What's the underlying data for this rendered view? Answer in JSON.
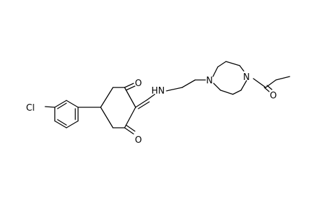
{
  "molecule": {
    "atoms": {
      "cl": "Cl",
      "o_top": "O",
      "o_bottom": "O",
      "nh": "HN",
      "n_piperazine_1": "N",
      "n_piperazine_4": "N",
      "o_amide": "O"
    },
    "colors": {
      "bond": "#000000",
      "label": "#000000",
      "background": "#ffffff"
    }
  }
}
